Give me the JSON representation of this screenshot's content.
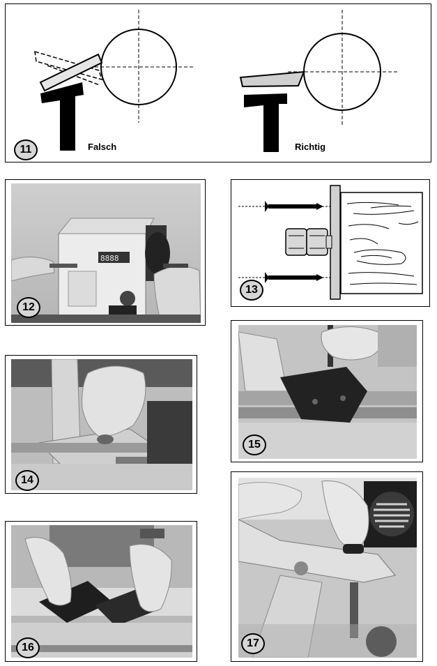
{
  "figures": [
    {
      "id": "fig11",
      "number": "11",
      "labels": {
        "wrong": "Falsch",
        "right": "Richtig"
      }
    },
    {
      "id": "fig12",
      "number": "12"
    },
    {
      "id": "fig13",
      "number": "13"
    },
    {
      "id": "fig14",
      "number": "14"
    },
    {
      "id": "fig15",
      "number": "15"
    },
    {
      "id": "fig16",
      "number": "16"
    },
    {
      "id": "fig17",
      "number": "17"
    }
  ],
  "lathe_display": "8888",
  "colors": {
    "outline": "#000000",
    "badge_fill": "#d6d6d6",
    "photo_light": "#e4e4e4",
    "photo_mid": "#a8a8a8",
    "photo_dark": "#2a2a2a"
  }
}
